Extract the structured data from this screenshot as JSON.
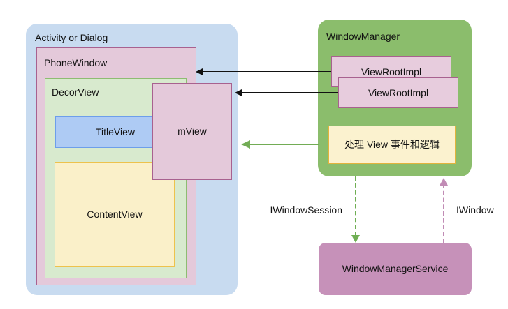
{
  "diagram": {
    "boxes": {
      "activity": {
        "label": "Activity or Dialog",
        "fill": "#c8dbf0"
      },
      "phone_window": {
        "label": "PhoneWindow",
        "fill": "#e4c9da",
        "border": "#a8618f"
      },
      "decor_view": {
        "label": "DecorView",
        "fill": "#d8eace",
        "border": "#8ebc72"
      },
      "title_view": {
        "label": "TitleView",
        "fill": "#aecbf4",
        "border": "#6d9eeb"
      },
      "content_view": {
        "label": "ContentView",
        "fill": "#faf0c9",
        "border": "#edc24c"
      },
      "m_view": {
        "label": "mView",
        "fill": "#e4c9da",
        "border": "#a8618f"
      },
      "window_manager": {
        "label": "WindowManager",
        "fill": "#8bbd6c"
      },
      "view_root_impl_1": {
        "label": "ViewRootImpl",
        "fill": "#e7ccdd",
        "border": "#a8618f"
      },
      "view_root_impl_2": {
        "label": "ViewRootImpl",
        "fill": "#e7ccdd",
        "border": "#a8618f"
      },
      "handler_note": {
        "label": "处理 View 事件和逻辑",
        "fill": "#fbf2cf",
        "border": "#e2b33c"
      },
      "window_manager_service": {
        "label": "WindowManagerService",
        "fill": "#c691b9"
      }
    },
    "edges": {
      "view_root_to_phone_window": {
        "label": "",
        "color": "#111111",
        "style": "solid"
      },
      "view_root_to_m_view": {
        "label": "",
        "color": "#111111",
        "style": "solid"
      },
      "window_manager_to_m_view": {
        "label": "",
        "color": "#72ac55",
        "style": "solid"
      },
      "iwindow_session": {
        "label": "IWindowSession",
        "color": "#6fae53",
        "style": "dashed"
      },
      "iwindow": {
        "label": "IWindow",
        "color": "#c18cb5",
        "style": "dashed"
      }
    }
  }
}
